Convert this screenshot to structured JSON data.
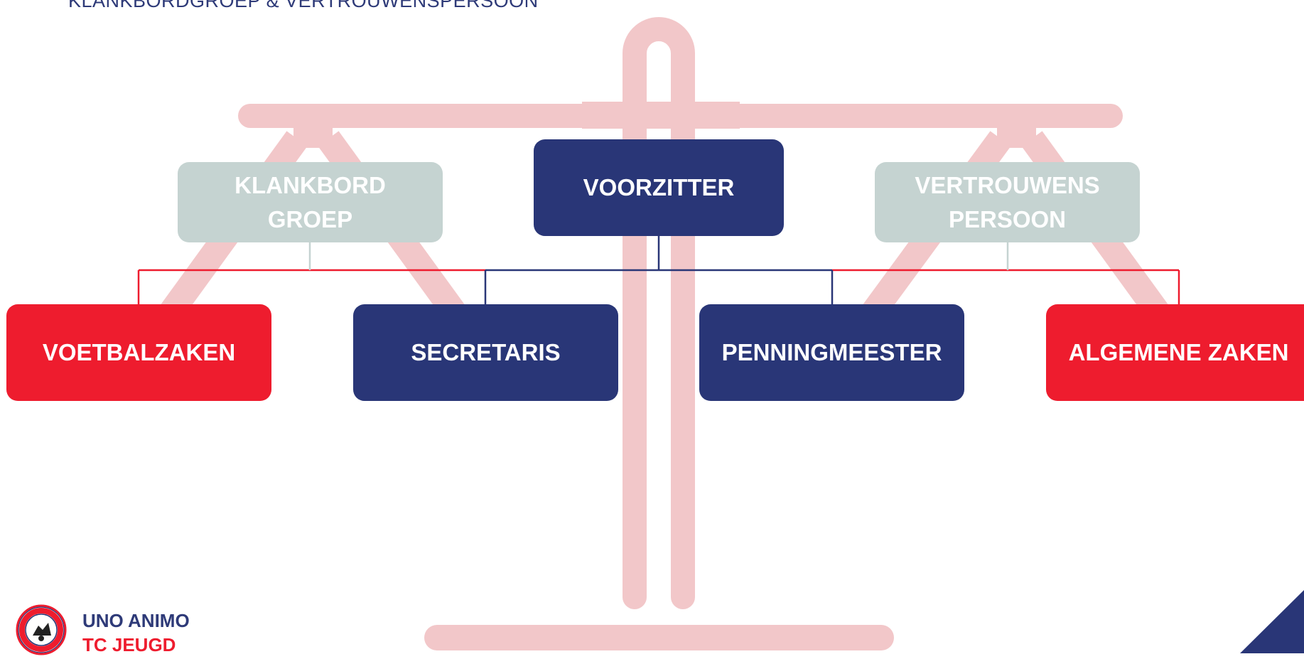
{
  "title": "KLANKBORDGROEP & VERTROUWENSPERSOON",
  "colors": {
    "navy": "#293677",
    "red": "#ee1c2e",
    "grey": "#c5d3d1",
    "scale": "#f2c7c9"
  },
  "nodes": {
    "voorzitter": "VOORZITTER",
    "klankbord": "KLANKBORD\nGROEP",
    "vertrouwens": "VERTROUWENS\nPERSOON",
    "voetbalzaken": "VOETBALZAKEN",
    "secretaris": "SECRETARIS",
    "penningmeester": "PENNINGMEESTER",
    "algemene_zaken": "ALGEMENE ZAKEN"
  },
  "brand": {
    "line1": "UNO ANIMO",
    "line2": "TC JEUGD",
    "logo": "uno-animo-club-crest"
  },
  "background_icon": "balance-scale-icon"
}
